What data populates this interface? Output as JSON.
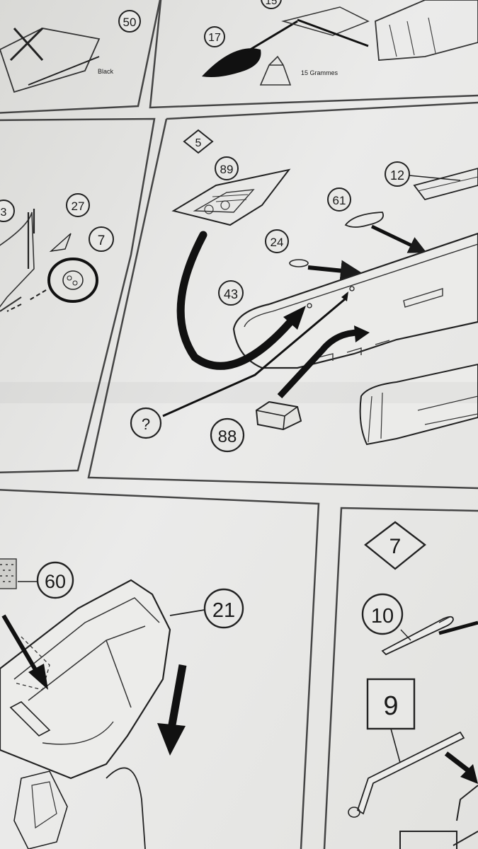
{
  "sheet": {
    "top_panel": {
      "part_50": "50",
      "note_black": "Black",
      "part_17": "17",
      "part_15": "15",
      "note_grammes": "15 Grammes"
    },
    "left_panel": {
      "part_3": "3",
      "part_27": "27",
      "part_7": "7"
    },
    "step_5": {
      "step_number": "5",
      "part_89": "89",
      "part_12": "12",
      "part_61": "61",
      "part_24": "24",
      "part_43": "43",
      "part_unknown": "?",
      "part_88": "88"
    },
    "bottom_left_panel": {
      "part_60": "60",
      "part_21": "21"
    },
    "step_7": {
      "step_number": "7",
      "part_10": "10",
      "part_9": "9"
    }
  }
}
